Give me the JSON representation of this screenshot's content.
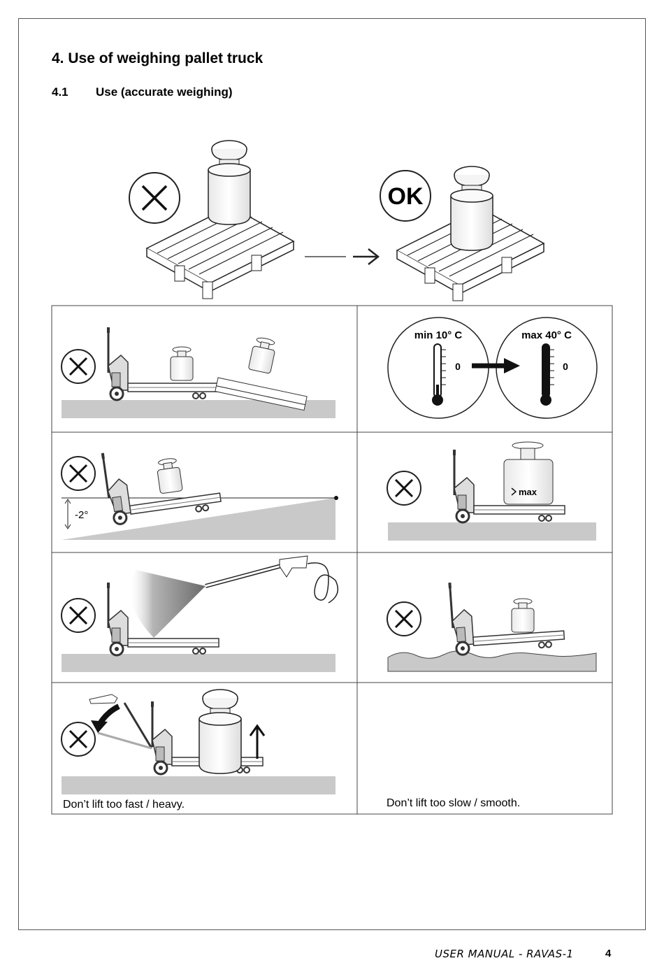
{
  "heading": {
    "title": "4.  Use of weighing pallet truck",
    "section_number": "4.1",
    "section_title": "Use (accurate weighing)"
  },
  "top_figure": {
    "ok_label": "OK"
  },
  "panels": {
    "temperature": {
      "min_label": "min 10° C",
      "max_label": "max 40° C",
      "zero_label": "0"
    },
    "slope": {
      "angle_label": "-2°"
    },
    "overload": {
      "over_label": "max"
    },
    "lift_fast": {
      "caption": "Don’t lift too fast / heavy."
    },
    "lift_slow": {
      "caption": "Don’t lift too slow / smooth."
    }
  },
  "footer": {
    "manual_title": "USER MANUAL - RAVAS-1",
    "page_number": "4"
  }
}
